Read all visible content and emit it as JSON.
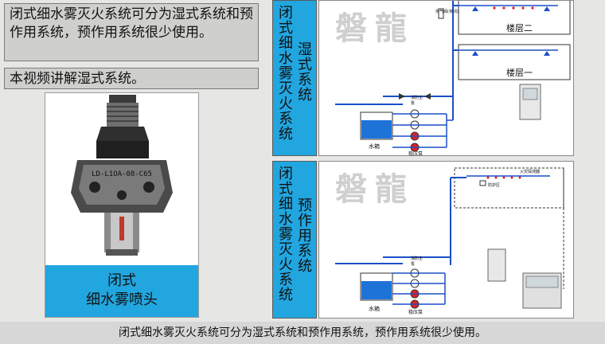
{
  "intro_text": "闭式细水雾灭火系统可分为湿式系统和预作用系统，预作用系统很少使用。",
  "video_text": "本视频讲解湿式系统。",
  "nozzle": {
    "engraving": "LD-L1OA-08-C65",
    "caption_line1": "闭式",
    "caption_line2": "细水雾喷头"
  },
  "wet_panel": {
    "title": "闭式细水雾灭火系统",
    "subtitle": "湿式系统",
    "watermark": "磐龍",
    "floor2": "楼层二",
    "floor1": "楼层一",
    "tank": "水箱",
    "pump": "稳压泵",
    "main_pump": "消防主泵",
    "exhaust": "排气阀(常闭)"
  },
  "preaction_panel": {
    "title": "闭式细水雾灭火系统",
    "subtitle": "预作用系统",
    "watermark": "磐龍",
    "tank": "水箱",
    "pump": "稳压泵",
    "main_pump": "消防主泵",
    "detector": "火灾探测器",
    "zone": "防护区"
  },
  "subtitle_bar": "闭式细水雾灭火系统可分为湿式系统和预作用系统，预作用系统很少使用。",
  "colors": {
    "label_blue": "#22a6e0",
    "pipe_blue": "#1a4fc8",
    "tank_blue": "#1e73d8",
    "sprinkler_red": "#e02020"
  },
  "icons": [
    "nozzle-photo",
    "water-tank-icon",
    "pump-icon",
    "valve-icon",
    "control-cabinet-icon",
    "sprinkler-icon"
  ]
}
